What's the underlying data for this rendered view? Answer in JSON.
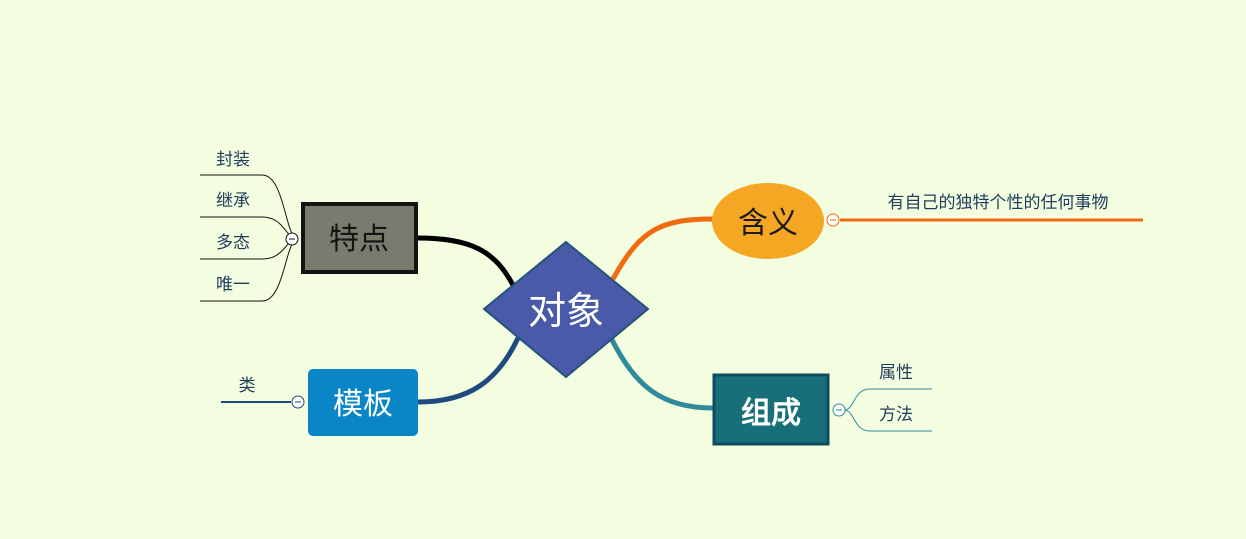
{
  "colors": {
    "background": "#f3fde0",
    "central_fill": "#4a5aa8",
    "central_stroke": "#23547c",
    "meaning_fill": "#f5a623",
    "meaning_line": "#f26a10",
    "features_fill": "#7b7a6e",
    "features_stroke": "#141414",
    "template_fill": "#0a86c6",
    "template_line": "#1f4a80",
    "composition_fill": "#177079",
    "composition_stroke": "#0e4c5b",
    "composition_line": "#2f8a9a",
    "leaf_text": "#1f3d5c"
  },
  "central": {
    "label": "对象"
  },
  "branches": {
    "meaning": {
      "label": "含义",
      "collapse_icon": "minus-circle-icon",
      "children": [
        "有自己的独特个性的任何事物"
      ]
    },
    "features": {
      "label": "特点",
      "collapse_icon": "minus-circle-icon",
      "children": [
        "封装",
        "继承",
        "多态",
        "唯一"
      ]
    },
    "template": {
      "label": "模板",
      "collapse_icon": "minus-circle-icon",
      "children": [
        "类"
      ]
    },
    "composition": {
      "label": "组成",
      "collapse_icon": "minus-circle-icon",
      "children": [
        "属性",
        "方法"
      ]
    }
  }
}
